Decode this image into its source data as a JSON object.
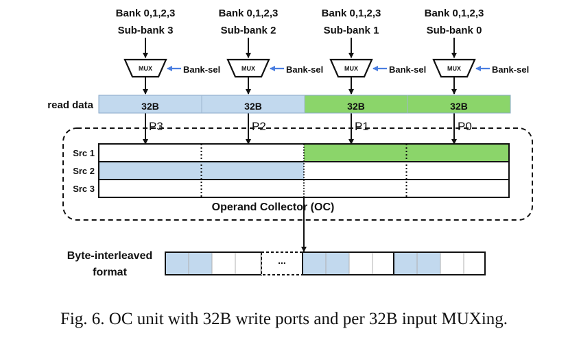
{
  "colors": {
    "blue": "#c2d9ee",
    "green": "#8bd56a",
    "stroke": "#111111",
    "bank_sel_arrow": "#4a7ee0"
  },
  "banks": [
    {
      "line1": "Bank 0,1,2,3",
      "line2": "Sub-bank 3",
      "mux": "MUX",
      "sel": "Bank-sel",
      "read": "32B",
      "port": "P3",
      "read_color": "blue"
    },
    {
      "line1": "Bank 0,1,2,3",
      "line2": "Sub-bank 2",
      "mux": "MUX",
      "sel": "Bank-sel",
      "read": "32B",
      "port": "P2",
      "read_color": "blue"
    },
    {
      "line1": "Bank 0,1,2,3",
      "line2": "Sub-bank 1",
      "mux": "MUX",
      "sel": "Bank-sel",
      "read": "32B",
      "port": "P1",
      "read_color": "green"
    },
    {
      "line1": "Bank 0,1,2,3",
      "line2": "Sub-bank 0",
      "mux": "MUX",
      "sel": "Bank-sel",
      "read": "32B",
      "port": "P0",
      "read_color": "green"
    }
  ],
  "read_data_label": "read data",
  "oc": {
    "label": "Operand Collector (OC)",
    "rows": [
      {
        "label": "Src 1",
        "cells": [
          "white",
          "white",
          "green",
          "green"
        ]
      },
      {
        "label": "Src 2",
        "cells": [
          "blue",
          "blue",
          "white",
          "white"
        ]
      },
      {
        "label": "Src 3",
        "cells": [
          "white",
          "white",
          "white",
          "white"
        ]
      }
    ]
  },
  "byte_interleaved": {
    "label_line1": "Byte-interleaved",
    "label_line2": "format",
    "ellipsis": "...",
    "groups": [
      [
        "blue",
        "blue",
        "white",
        "white"
      ],
      [
        "white",
        "white",
        "white",
        "white"
      ],
      [
        "blue",
        "blue",
        "white",
        "white"
      ],
      [
        "blue",
        "blue",
        "white",
        "white"
      ]
    ]
  },
  "caption": "Fig. 6.  OC unit with 32B write ports and per 32B input MUXing."
}
